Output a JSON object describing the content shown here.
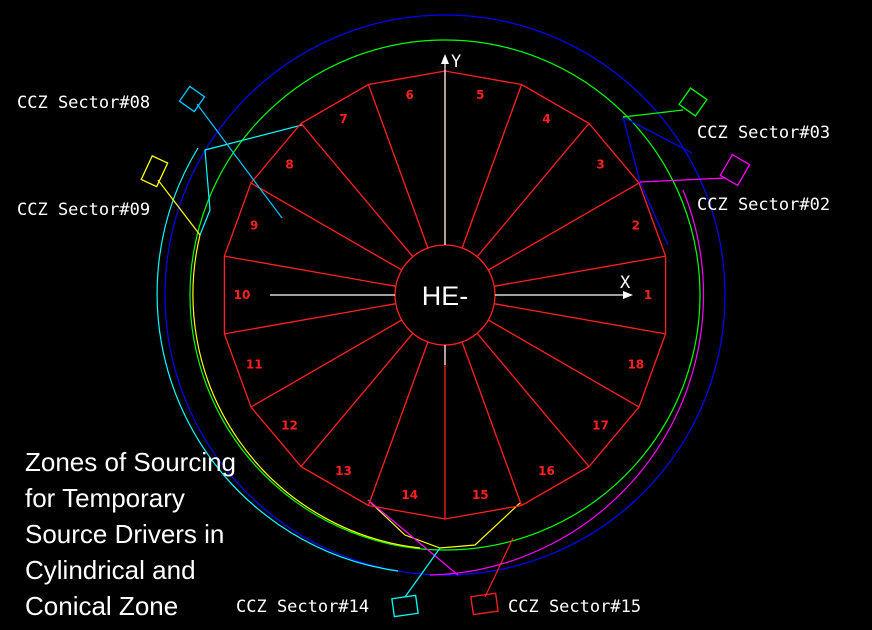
{
  "center_label": "HE-",
  "axis_labels": {
    "x": "X",
    "y": "Y"
  },
  "title_lines": [
    "Zones of Sourcing",
    "for Temporary",
    "Source Drivers in",
    "Cylindrical and",
    "Conical Zone"
  ],
  "sector_numbers": [
    "1",
    "2",
    "3",
    "4",
    "5",
    "6",
    "7",
    "8",
    "9",
    "10",
    "11",
    "12",
    "13",
    "14",
    "15",
    "16",
    "17",
    "18"
  ],
  "callouts": [
    {
      "id": "08",
      "label": "CCZ Sector#08",
      "color": "#00c8ff"
    },
    {
      "id": "09",
      "label": "CCZ Sector#09",
      "color": "#ffff00"
    },
    {
      "id": "03",
      "label": "CCZ Sector#03",
      "color": "#00ff00"
    },
    {
      "id": "02",
      "label": "CCZ Sector#02",
      "color": "#ff00ff"
    },
    {
      "id": "14",
      "label": "CCZ Sector#14",
      "color": "#00ffff"
    },
    {
      "id": "15",
      "label": "CCZ Sector#15",
      "color": "#ff2020"
    }
  ],
  "colors": {
    "background": "#000000",
    "sectors": "#ff2020",
    "outer_ring": "#0000ff",
    "green_ring": "#00ff00",
    "magenta_arc": "#ff00ff",
    "yellow_arc": "#ffff00",
    "cyan_arc": "#00ffff",
    "axes": "#ffffff",
    "label_text": "#ffffff"
  }
}
